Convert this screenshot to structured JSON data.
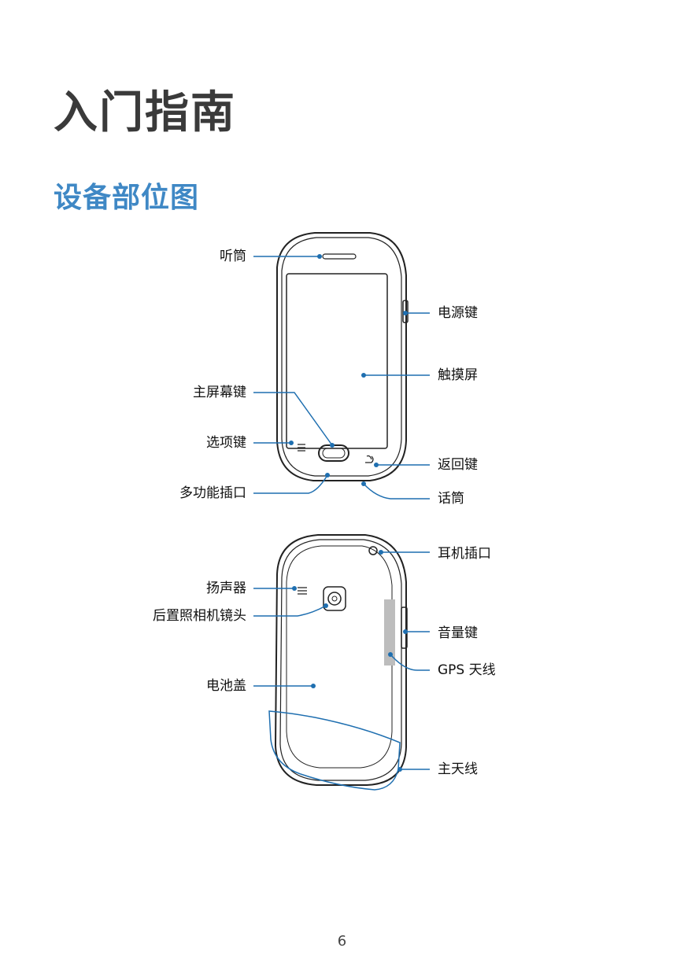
{
  "chapter_title": "入门指南",
  "section_title": "设备部位图",
  "front_labels": {
    "receiver": "听筒",
    "power_key": "电源键",
    "touchscreen": "触摸屏",
    "home_key": "主屏幕键",
    "menu_key": "选项键",
    "back_key": "返回键",
    "multipurpose_jack": "多功能插口",
    "microphone": "话筒"
  },
  "back_labels": {
    "headset_jack": "耳机插口",
    "speaker": "扬声器",
    "rear_camera": "后置照相机镜头",
    "volume_key": "音量键",
    "gps_antenna": "GPS 天线",
    "battery_cover": "电池盖",
    "main_antenna": "主天线"
  },
  "page_number": "6",
  "colors": {
    "accent": "#3f88c5",
    "leader": "#1f6fb0",
    "outline": "#222222"
  }
}
